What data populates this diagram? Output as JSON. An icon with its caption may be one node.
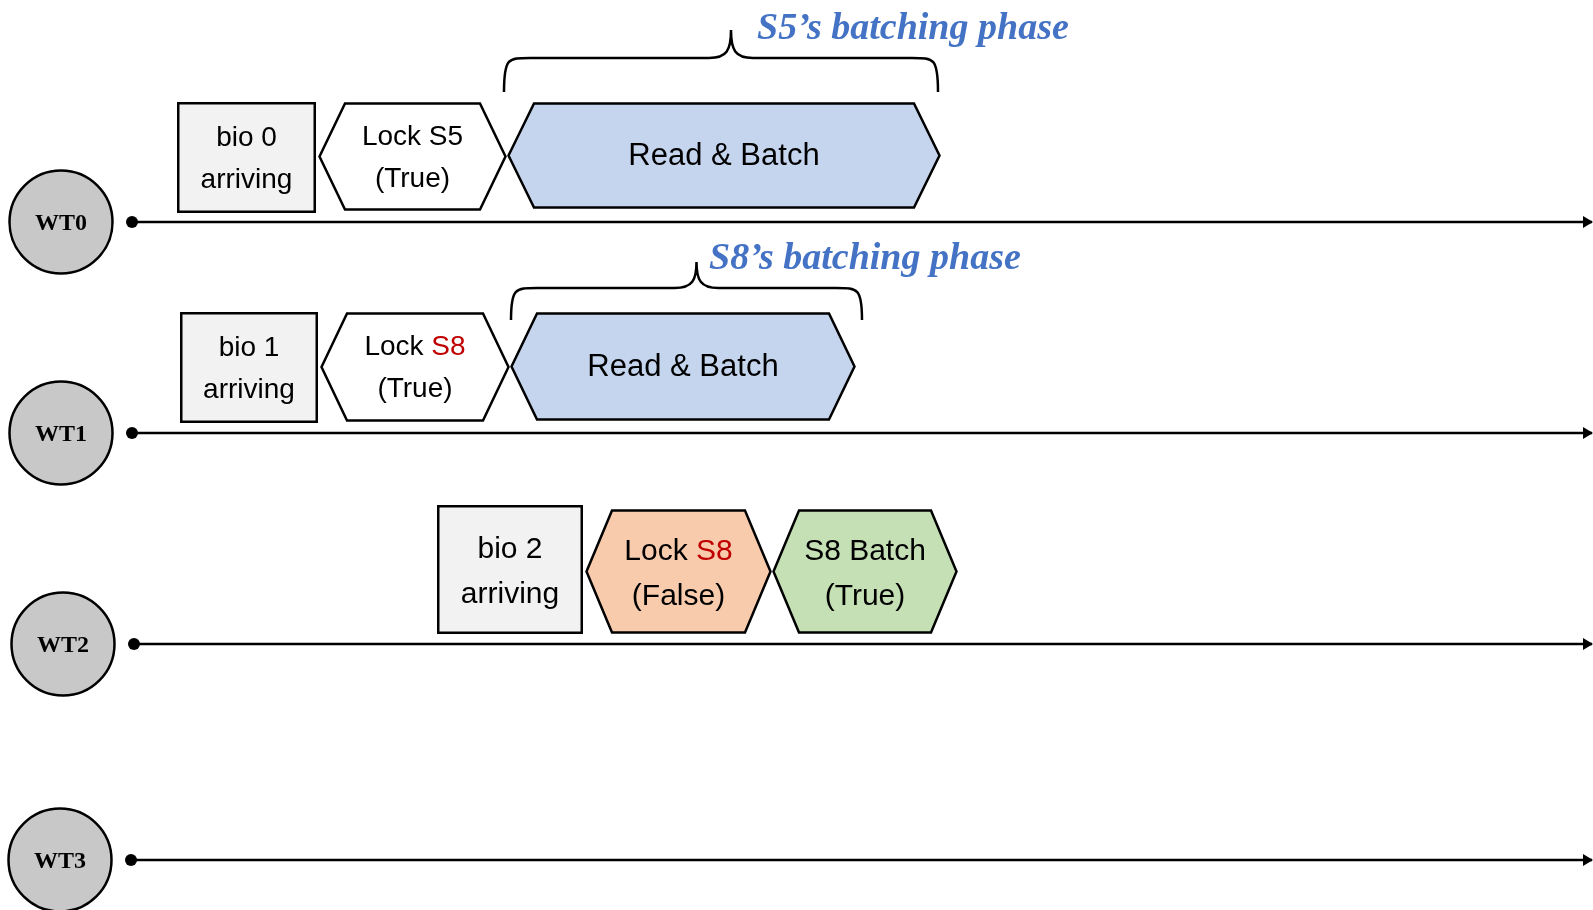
{
  "diagram": {
    "nodes": [
      {
        "text": [
          "bio 0 arriving"
        ]
      },
      {
        "text": [
          "Lock S5 (True)"
        ]
      },
      {
        "text": [
          "Read & Batch"
        ]
      },
      {
        "text": [
          "WT0"
        ]
      },
      {
        "text": [
          "bio 1 arriving"
        ]
      },
      {
        "text": [
          "Lock **S8** (True)"
        ]
      },
      {
        "text": [
          "Read & Batch"
        ]
      },
      {
        "text": [
          "WT1"
        ]
      },
      {
        "text": [
          "bio 2 arriving"
        ]
      },
      {
        "text": [
          "Lock **S8** (False)"
        ]
      },
      {
        "text": [
          "S8 Batch (True)"
        ]
      },
      {
        "text": [
          "WT2"
        ]
      },
      {
        "text": [
          "WT3"
        ]
      }
    ],
    "edges": [
      {
        "from": 3,
        "to": null,
        "arrow": "to"
      },
      {
        "from": 7,
        "to": null,
        "arrow": "to"
      },
      {
        "from": 11,
        "to": null,
        "arrow": "to"
      },
      {
        "from": 12,
        "to": null,
        "arrow": "to"
      }
    ],
    "labels": [
      "S5’s batching phase",
      "S8’s batching phase"
    ]
  }
}
